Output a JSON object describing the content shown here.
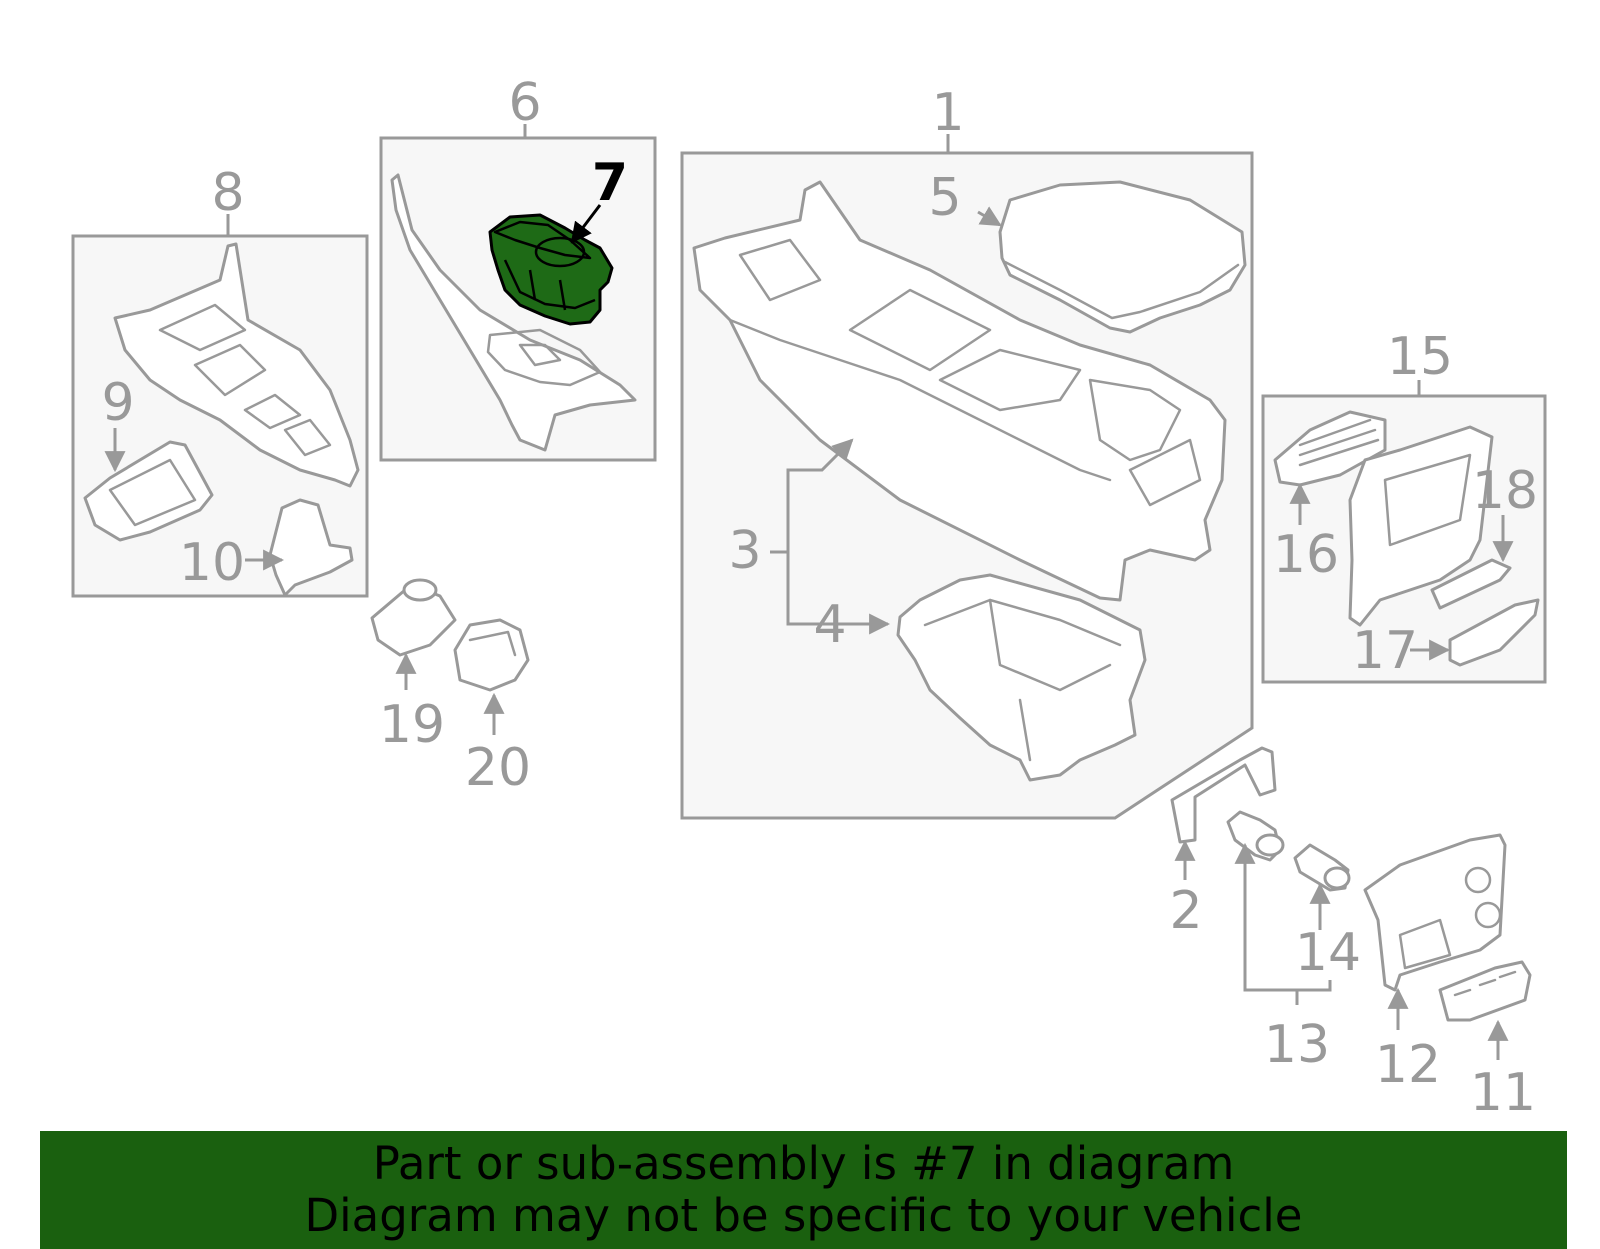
{
  "callouts": {
    "c1": "1",
    "c2": "2",
    "c3": "3",
    "c4": "4",
    "c5": "5",
    "c6": "6",
    "c7": "7",
    "c8": "8",
    "c9": "9",
    "c10": "10",
    "c11": "11",
    "c12": "12",
    "c13": "13",
    "c14": "14",
    "c15": "15",
    "c16": "16",
    "c17": "17",
    "c18": "18",
    "c19": "19",
    "c20": "20"
  },
  "highlighted_part": "7",
  "colors": {
    "highlight_fill": "#1e6a16",
    "banner_background": "#1a600f",
    "line_art": "#999999",
    "box_fill": "#f7f7f7"
  },
  "banner": {
    "line1": "Part or sub-assembly is #7 in diagram",
    "line2": "Diagram may not be specific to your vehicle"
  }
}
